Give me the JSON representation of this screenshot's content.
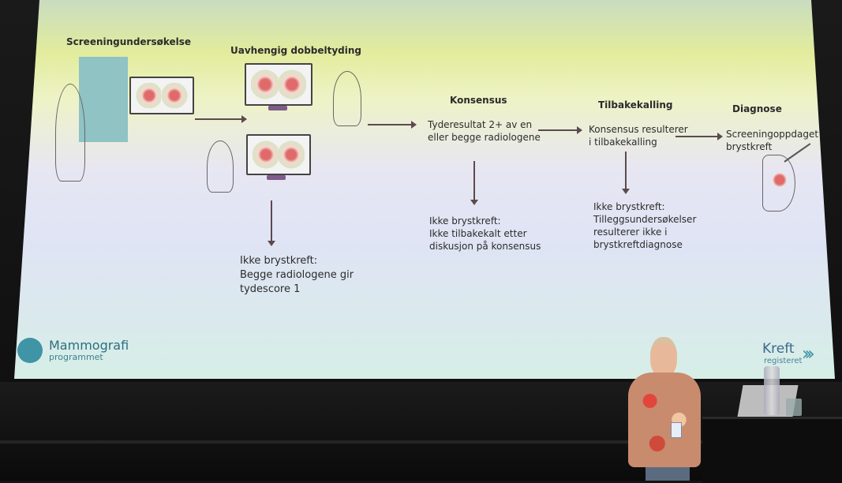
{
  "slide": {
    "headers": {
      "screening": "Screeningundersøkelse",
      "double_reading": "Uavhengig dobbeltyding",
      "consensus": "Konsensus",
      "recall": "Tilbakekalling",
      "diagnosis": "Diagnose"
    },
    "texts": {
      "consensus_box": "Tyderesultat 2+ av en\neller begge radiologene",
      "recall_box": "Konsensus resulterer\ni tilbakekalling",
      "diagnosis_box": "Screeningoppdaget\nbrystkreft",
      "not_cancer_1": "Ikke brystkreft:\nBegge radiologene gir\ntydescore 1",
      "not_cancer_2": "Ikke brystkreft:\nIkke tilbakekalt etter\ndiskusjon på konsensus",
      "not_cancer_3": "Ikke brystkreft:\nTilleggsundersøkelser\nresulterer ikke i\nbrystkreftdiagnose"
    },
    "logos": {
      "left_line1": "Mammografi",
      "left_line2": "programmet",
      "right_line1": "Kreft",
      "right_line2": "registeret"
    }
  },
  "icons": [
    "mammography-machine-icon",
    "radiologist-monitor-icon",
    "breast-biopsy-icon"
  ],
  "colors": {
    "arrow": "#5c4a4e",
    "logo_teal": "#3f94a6"
  }
}
